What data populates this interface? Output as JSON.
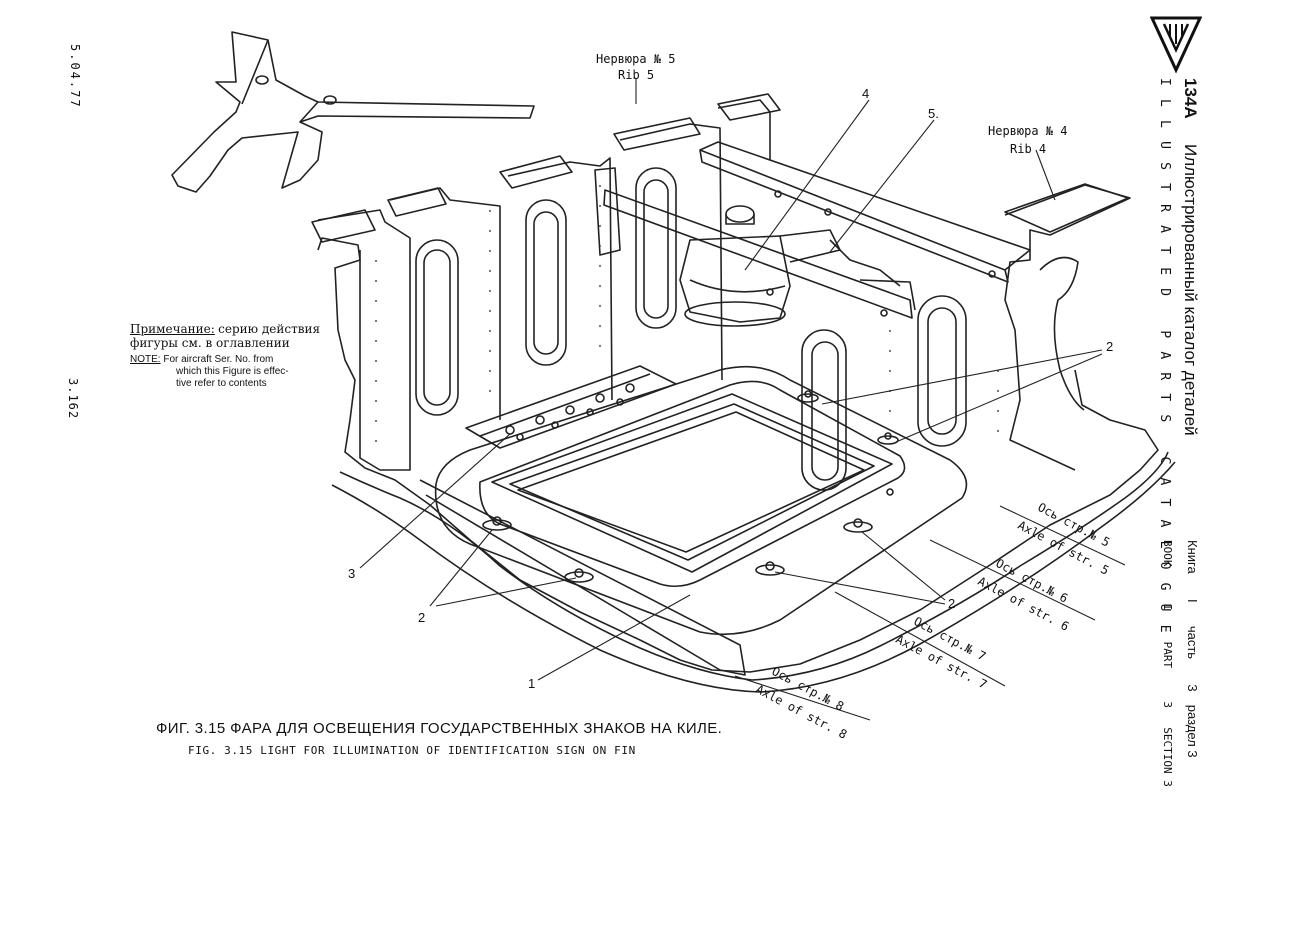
{
  "margin": {
    "date": "5.04.77",
    "page_number": "3.162"
  },
  "header": {
    "model": "134A",
    "title_ru": "Иллюстрированный каталог деталей",
    "title_en": "ILLUSTRATED PARTS CATALOGUE",
    "book_ru": "Книга",
    "book_no": "I",
    "part_ru": "часть",
    "part_no": "3",
    "section_ru": "раздел",
    "section_no": "3",
    "book_en": "BOOK",
    "book_no_en": "I",
    "part_en": "PART",
    "part_no_en": "3",
    "section_en": "SECTION",
    "section_no_en": "3"
  },
  "labels": {
    "rib5_ru": "Нервюра № 5",
    "rib5_en": "Rib 5",
    "rib4_ru": "Нервюра № 4",
    "rib4_en": "Rib 4",
    "axle5_ru": "Ось стр.№ 5",
    "axle5_en": "Axle of str. 5",
    "axle6_ru": "Ось стр.№ 6",
    "axle6_en": "Axle of str. 6",
    "axle7_ru": "Ось стр.№ 7",
    "axle7_en": "Axle of str. 7",
    "axle8_ru": "Ось стр.№ 8",
    "axle8_en": "Axle of str. 8"
  },
  "callouts": {
    "c1": "1",
    "c2a": "2",
    "c2b": "2",
    "c2c": "2",
    "c3": "3",
    "c4": "4",
    "c5": "5."
  },
  "note": {
    "ru_label": "Примечание:",
    "ru_line1": "серию действия",
    "ru_line2": "фигуры см. в оглавлении",
    "en_label": "NOTE:",
    "en_line1": "For aircraft Ser. No. from",
    "en_line2": "which this Figure is effec-",
    "en_line3": "tive refer to contents"
  },
  "caption": {
    "ru": "ФИГ. 3.15  ФАРА ДЛЯ ОСВЕЩЕНИЯ ГОСУДАРСТВЕННЫХ ЗНАКОВ НА КИЛЕ.",
    "en": "FIG. 3.15 LIGHT FOR ILLUMINATION OF IDENTIFICATION SIGN ON FIN"
  }
}
